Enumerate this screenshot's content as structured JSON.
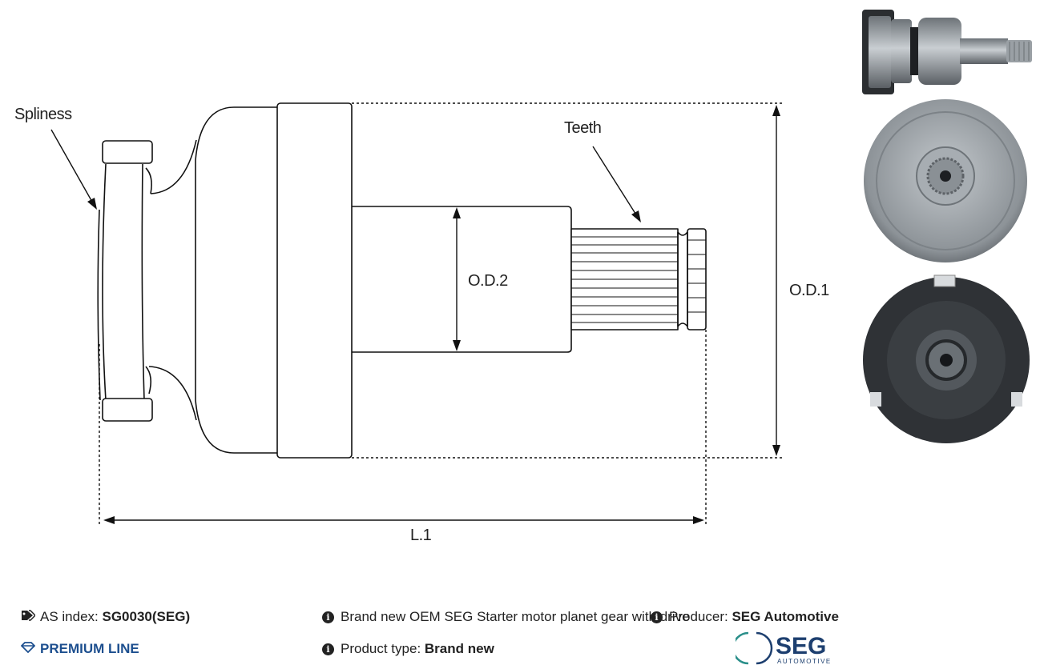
{
  "diagram": {
    "labels": {
      "spliness": "Spliness",
      "teeth": "Teeth",
      "od1": "O.D.1",
      "od2": "O.D.2",
      "l1": "L.1"
    }
  },
  "photos": [
    {
      "name": "side-view-photo"
    },
    {
      "name": "front-view-photo"
    },
    {
      "name": "rear-view-photo"
    }
  ],
  "footer": {
    "as_index_label": "AS index:",
    "as_index_value": "SG0030(SEG)",
    "premium_line": "PREMIUM LINE",
    "description": "Brand new OEM SEG Starter motor planet gear with drive",
    "product_type_label": "Product type:",
    "product_type_value": "Brand new",
    "producer_label": "Producer:",
    "producer_value": "SEG Automotive",
    "logo_text": "SEG",
    "logo_subtext": "AUTOMOTIVE"
  },
  "colors": {
    "premium": "#1d4f8f",
    "logo": "#1d3f6f",
    "logo_ring": "#2a8f8a"
  }
}
